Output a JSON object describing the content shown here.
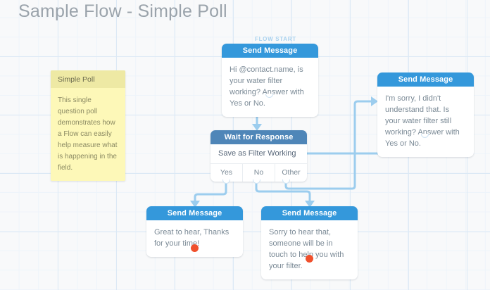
{
  "page": {
    "title": "Sample Flow - Simple Poll",
    "background_color": "#f8f9fa",
    "grid_color": "#dce9f5"
  },
  "colors": {
    "send_message_header": "#3498db",
    "wait_response_header": "#4f86b8",
    "connector": "#9ccdee",
    "terminal_dot": "#f0502c",
    "sticky_note": "#fdf8b8",
    "sticky_note_title": "#eee9a4",
    "flow_start_label": "#a9d2ef"
  },
  "labels": {
    "flow_start": "FLOW START"
  },
  "sticky_note": {
    "title": "Simple Poll",
    "body": "This single question poll demonstrates how a Flow can easily help measure what is happening in the field."
  },
  "nodes": [
    {
      "id": "send-question",
      "type": "send-message",
      "header": "Send Message",
      "body": "Hi @contact.name, is your water filter working? Answer with Yes or No."
    },
    {
      "id": "wait-response",
      "type": "wait-for-response",
      "header": "Wait for Response",
      "save_as": "Save as Filter Working",
      "exits": [
        "Yes",
        "No",
        "Other"
      ]
    },
    {
      "id": "send-retry",
      "type": "send-message",
      "header": "Send Message",
      "body": "I'm sorry, I didn't understand that. Is your water filter still working? Answer with Yes or No."
    },
    {
      "id": "send-yes",
      "type": "send-message",
      "header": "Send Message",
      "body": "Great to hear, Thanks for your time!"
    },
    {
      "id": "send-no",
      "type": "send-message",
      "header": "Send Message",
      "body": "Sorry to hear that, someone will be in touch to help you with your filter."
    }
  ]
}
